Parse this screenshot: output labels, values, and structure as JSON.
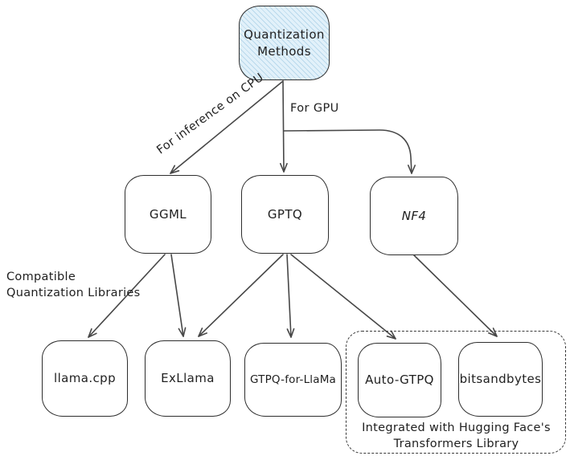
{
  "diagram": {
    "type": "flowchart",
    "title": "Quantization Methods"
  },
  "nodes": {
    "quantization_methods": {
      "label": "Quantization Methods"
    },
    "ggml": {
      "label": "GGML"
    },
    "gptq": {
      "label": "GPTQ"
    },
    "nf4": {
      "label": "NF4"
    },
    "llama_cpp": {
      "label": "llama.cpp"
    },
    "exllama": {
      "label": "ExLlama"
    },
    "gtpq_for_llama": {
      "label": "GTPQ-for-LlaMa"
    },
    "auto_gtpq": {
      "label": "Auto-GTPQ"
    },
    "bitsandbytes": {
      "label": "bitsandbytes"
    }
  },
  "edges": [
    {
      "from": "quantization_methods",
      "to": "ggml",
      "label": "For inference on CPU"
    },
    {
      "from": "quantization_methods",
      "to": "gptq",
      "label": "For GPU"
    },
    {
      "from": "quantization_methods",
      "to": "nf4",
      "label": ""
    },
    {
      "from": "ggml",
      "to": "llama_cpp",
      "label": ""
    },
    {
      "from": "ggml",
      "to": "exllama",
      "label": ""
    },
    {
      "from": "gptq",
      "to": "exllama",
      "label": ""
    },
    {
      "from": "gptq",
      "to": "gtpq_for_llama",
      "label": ""
    },
    {
      "from": "gptq",
      "to": "auto_gtpq",
      "label": ""
    },
    {
      "from": "nf4",
      "to": "bitsandbytes",
      "label": ""
    }
  ],
  "edge_labels": {
    "cpu": "For inference on CPU",
    "gpu": "For GPU"
  },
  "annotations": {
    "compatible_libs": "Compatible Quantization Libraries",
    "hf_integration": "Integrated with Hugging Face's Transformers Library"
  },
  "colors": {
    "background": "#ffffff",
    "root_fill": "#e2f1fa",
    "root_hatch": "#b9d9ec",
    "node_fill": "#ffffff",
    "stroke": "#2e2e2e",
    "arrow": "#474747",
    "text": "#1f1f1f"
  }
}
